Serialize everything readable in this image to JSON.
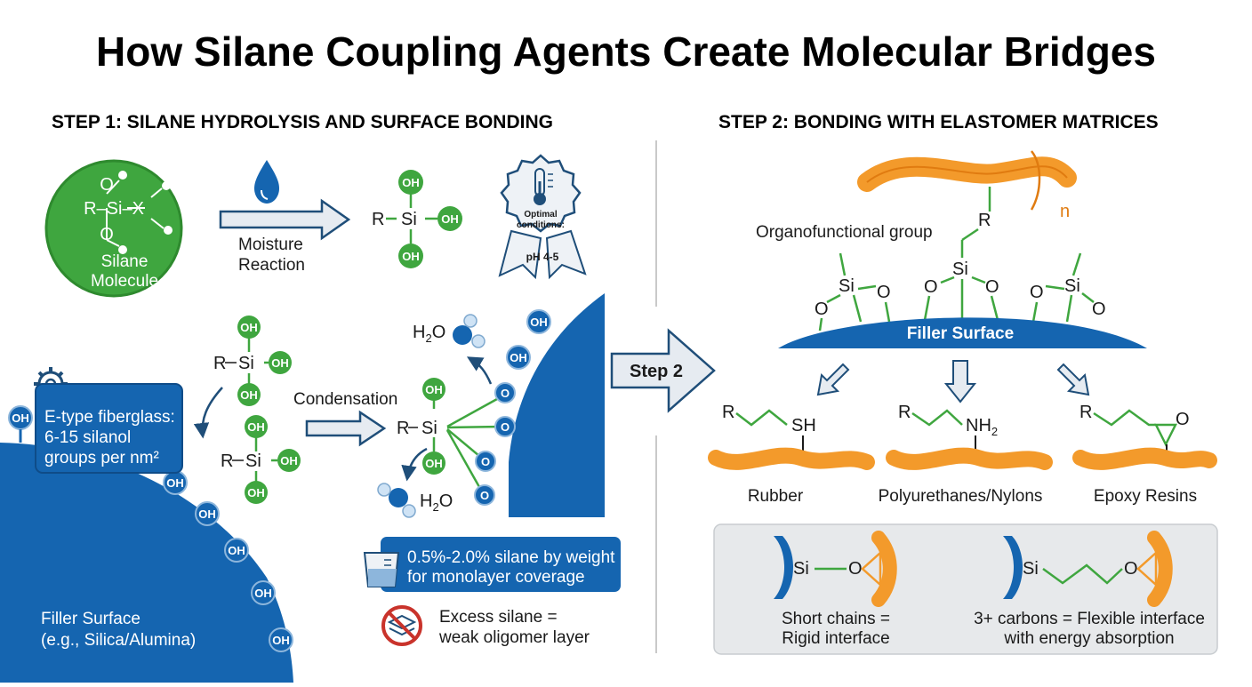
{
  "title": "How Silane Coupling Agents Create Molecular Bridges",
  "step1": {
    "heading": "STEP 1: SILANE HYDROLYSIS AND SURFACE BONDING",
    "silane_label_line1": "Silane",
    "silane_label_line2": "Molecule",
    "moisture_line1": "Moisture",
    "moisture_line2": "Reaction",
    "badge_line1": "Optimal",
    "badge_line2": "conditions:",
    "badge_line3": "pH 4-5",
    "condensation": "Condensation",
    "water": "H2O",
    "fiberglass_line1": "E-type fiberglass:",
    "fiberglass_line2": "6-15 silanol",
    "fiberglass_line3": "groups per nm²",
    "filler_line1": "Filler Surface",
    "filler_line2": "(e.g., Silica/Alumina)",
    "dose_line1": "0.5%-2.0% silane by weight",
    "dose_line2": "for monolayer coverage",
    "excess_line1": "Excess silane =",
    "excess_line2": "weak oligomer layer"
  },
  "transition_button": "Step 2",
  "step2": {
    "heading": "STEP 2: BONDING WITH ELASTOMER MATRICES",
    "organofunctional": "Organofunctional group",
    "n_label": "n",
    "filler_surface": "Filler Surface",
    "matrices": [
      {
        "group": "SH",
        "name": "Rubber"
      },
      {
        "group": "NH2",
        "name": "Polyurethanes/Nylons"
      },
      {
        "group": "",
        "name": "Epoxy Resins"
      }
    ],
    "short_chain_line1": "Short chains =",
    "short_chain_line2": "Rigid interface",
    "long_chain_line1": "3+ carbons = Flexible interface",
    "long_chain_line2": "with energy absorption"
  },
  "colors": {
    "blue": "#1565b0",
    "green": "#3fa63f",
    "orange": "#f39a2b",
    "panel": "#e7e9eb"
  }
}
